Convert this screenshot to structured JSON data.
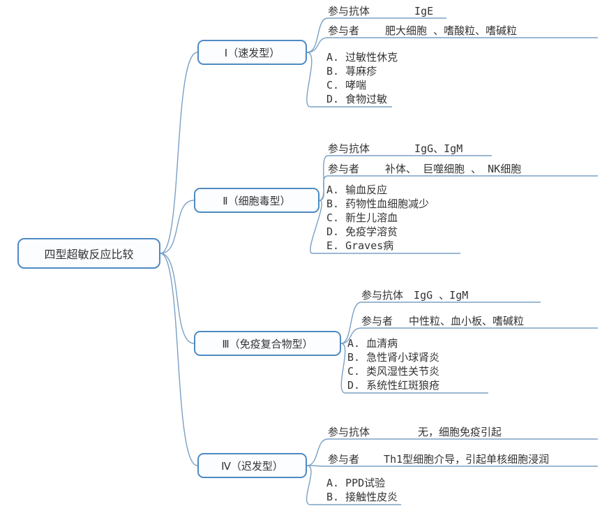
{
  "root": {
    "label": "四型超敏反应比较"
  },
  "branches": [
    {
      "label": "Ⅰ（速发型）",
      "antibody": {
        "label": "参与抗体",
        "value": "IgE"
      },
      "participants": {
        "label": "参与者",
        "value": "肥大细胞 、嗜酸粒、嗜碱粒"
      },
      "items": [
        "A. 过敏性休克",
        "B. 荨麻疹",
        "C. 哮喘",
        "D. 食物过敏"
      ]
    },
    {
      "label": "Ⅱ（细胞毒型）",
      "antibody": {
        "label": "参与抗体",
        "value": "IgG、IgM"
      },
      "participants": {
        "label": "参与者",
        "value": "补体、 巨噬细胞 、 NK细胞"
      },
      "items": [
        "A. 输血反应",
        "B. 药物性血细胞减少",
        "C. 新生儿溶血",
        "D. 免疫学溶贫",
        "E. Graves病"
      ]
    },
    {
      "label": "Ⅲ（免疫复合物型）",
      "antibody": {
        "label": "参与抗体",
        "value": "IgG 、IgM"
      },
      "participants": {
        "label": "参与者",
        "value": "中性粒、血小板、嗜碱粒"
      },
      "items": [
        "A. 血清病",
        "B. 急性肾小球肾炎",
        "C. 类风湿性关节炎",
        "D. 系统性红斑狼疮"
      ]
    },
    {
      "label": "Ⅳ（迟发型）",
      "antibody": {
        "label": "参与抗体",
        "value": "无，细胞免疫引起"
      },
      "participants": {
        "label": "参与者",
        "value": "Th1型细胞介导，引起单核细胞浸润"
      },
      "items": [
        "A. PPD试验",
        "B. 接触性皮炎"
      ]
    }
  ],
  "colors": {
    "line": "#7aa0c4",
    "border": "#4e8ac2",
    "text": "#333333"
  }
}
